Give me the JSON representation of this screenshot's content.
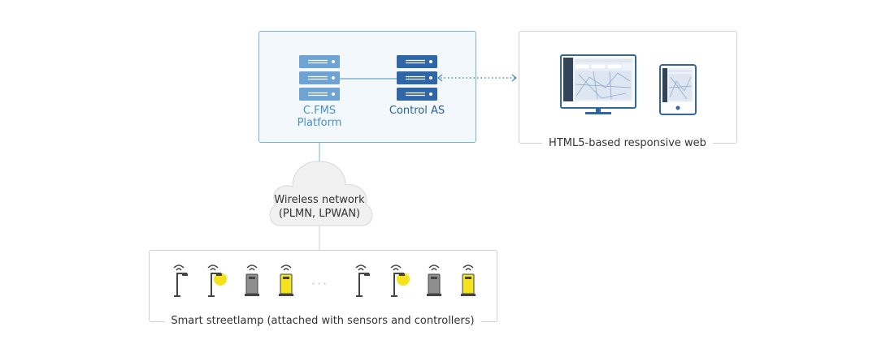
{
  "platform": {
    "cfms_label_line1": "C.FMS",
    "cfms_label_line2": "Platform",
    "control_label": "Control AS"
  },
  "web": {
    "caption": "HTML5-based responsive web"
  },
  "network": {
    "line1": "Wireless network",
    "line2": "(PLMN, LPWAN)"
  },
  "devices": {
    "caption": "Smart streetlamp (attached with sensors and controllers)",
    "ellipsis": "···"
  },
  "colors": {
    "server_light": "#6fa3d3",
    "server_dark": "#2f66a8",
    "platform_border": "#7bb0d6",
    "connector": "#4a90c8",
    "lamp_yellow": "#f5e21e",
    "box_border": "#cfcfcf"
  },
  "icons": {
    "cfms_server": "server-stack-icon",
    "control_server": "server-stack-icon",
    "monitor": "desktop-monitor-icon",
    "tablet": "tablet-icon",
    "cloud": "cloud-icon",
    "streetlamp": "streetlamp-icon",
    "streetlamp_lit": "streetlamp-lit-icon",
    "sensor_grey": "sensor-box-icon",
    "sensor_yellow": "sensor-box-yellow-icon"
  }
}
